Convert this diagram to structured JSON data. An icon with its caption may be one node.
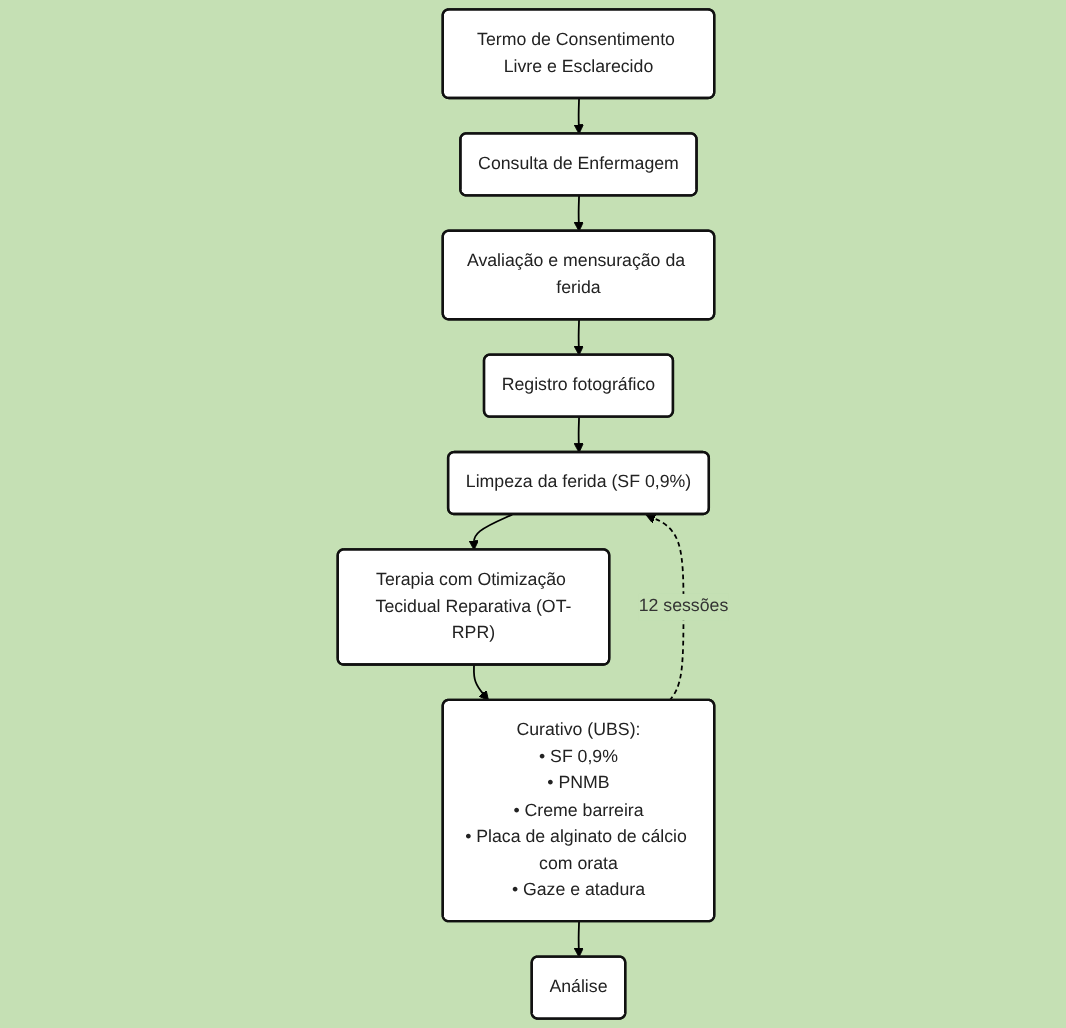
{
  "diagram": {
    "nodes": [
      {
        "text": [
          "Termo de Consentimento Livre e Esclarecido"
        ]
      },
      {
        "text": [
          "Consulta de Enfermagem"
        ]
      },
      {
        "text": [
          "Avaliação e mensuração da ferida"
        ]
      },
      {
        "text": [
          "Registro fotográfico"
        ]
      },
      {
        "text": [
          "Limpeza da ferida (SF 0,9%)"
        ]
      },
      {
        "text": [
          "Terapia com Otimização Tecidual Reparativa (OT-RPR)"
        ]
      },
      {
        "text": [
          "Curativo (UBS):",
          "• SF 0,9%",
          "• PNMB",
          "• Creme barreira",
          "• Placa de alginato de cálcio com orata",
          "• Gaze e atadura"
        ]
      },
      {
        "text": [
          "Análise"
        ]
      }
    ],
    "edges": [
      {
        "from": 0,
        "to": 1,
        "arrow": "to"
      },
      {
        "from": 1,
        "to": 2,
        "arrow": "to"
      },
      {
        "from": 2,
        "to": 3,
        "arrow": "to"
      },
      {
        "from": 3,
        "to": 4,
        "arrow": "to"
      },
      {
        "from": 4,
        "to": 5,
        "arrow": "to"
      },
      {
        "from": 5,
        "to": 6,
        "arrow": "to"
      },
      {
        "from": 6,
        "to": 7,
        "arrow": "to"
      },
      {
        "from": 6,
        "to": 4,
        "arrow": "to",
        "label": "12 sessões",
        "style": "dashed"
      }
    ]
  }
}
